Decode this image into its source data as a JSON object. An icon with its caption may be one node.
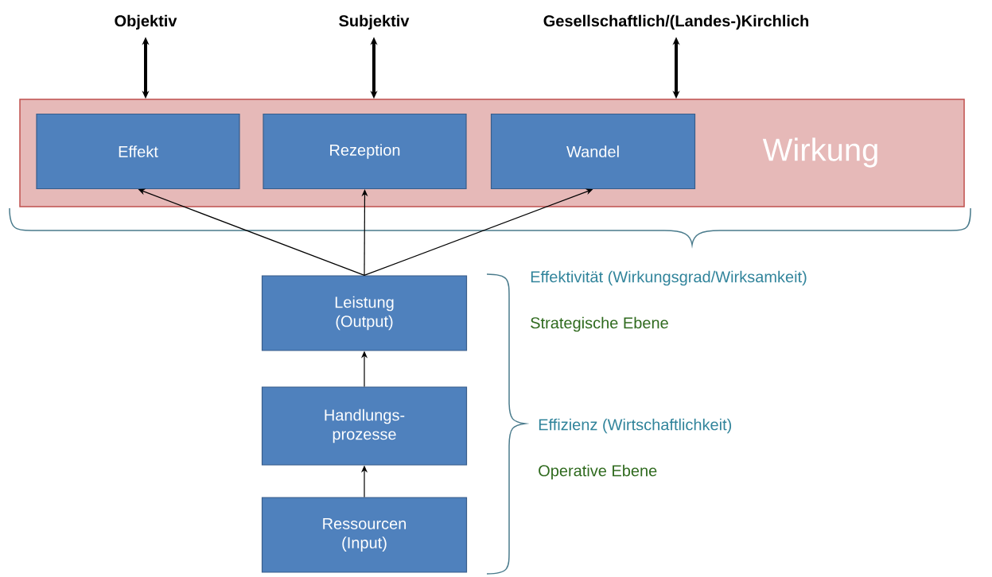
{
  "diagram": {
    "nodes": [
      {
        "text": [
          "Wirkung"
        ]
      },
      {
        "text": [
          "Effekt"
        ],
        "in": 0
      },
      {
        "text": [
          "Rezeption"
        ],
        "in": 0
      },
      {
        "text": [
          "Wandel"
        ],
        "in": 0
      },
      {
        "text": [
          "Objektiv"
        ]
      },
      {
        "text": [
          "Subjektiv"
        ]
      },
      {
        "text": [
          "Gesellschaftlich/(Landes-)Kirchlich"
        ]
      },
      {
        "text": [
          "Leistung (Output)"
        ]
      },
      {
        "text": [
          "Handlungs- prozesse"
        ]
      },
      {
        "text": [
          "Ressourcen (Input)"
        ]
      }
    ],
    "edges": [
      {
        "from": 4,
        "to": 0,
        "arrow": "both",
        "style": "thick"
      },
      {
        "from": 5,
        "to": 0,
        "arrow": "both",
        "style": "thick"
      },
      {
        "from": 6,
        "to": 0,
        "arrow": "both",
        "style": "thick"
      },
      {
        "from": 7,
        "to": 1,
        "arrow": "to"
      },
      {
        "from": 7,
        "to": 2,
        "arrow": "to"
      },
      {
        "from": 7,
        "to": 3,
        "arrow": "to"
      },
      {
        "from": 8,
        "to": 7,
        "arrow": "to"
      },
      {
        "from": 9,
        "to": 8,
        "arrow": "to"
      }
    ],
    "labels": [
      "Effektivität (Wirkungsgrad/Wirksamkeit)",
      "Strategische Ebene",
      "Effizienz (Wirtschaftlichkeit)",
      "Operative Ebene"
    ]
  }
}
